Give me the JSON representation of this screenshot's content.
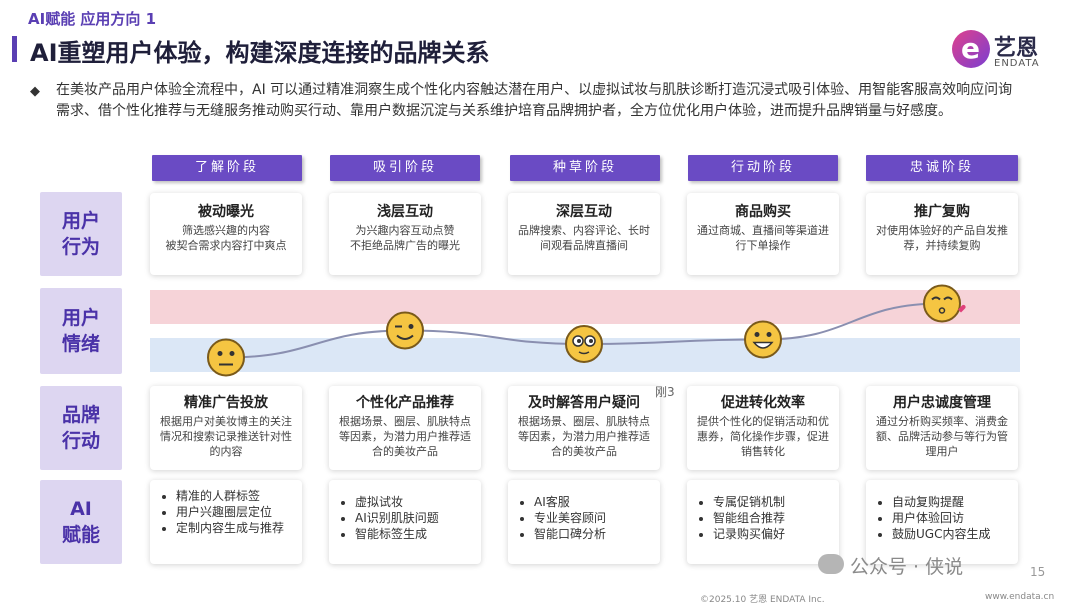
{
  "header": {
    "kicker": "AI赋能 应用方向 1",
    "title": "AI重塑用户体验，构建深度连接的品牌关系",
    "logo_cn": "艺恩",
    "logo_en": "ENDATA"
  },
  "intro": {
    "bullet": "◆",
    "text": "在美妆产品用户体验全流程中，AI 可以通过精准洞察生成个性化内容触达潜在用户、以虚拟试妆与肌肤诊断打造沉浸式吸引体验、用智能客服高效响应问询需求、借个性化推荐与无缝服务推动购买行动、靠用户数据沉淀与关系维护培育品牌拥护者，全方位优化用户体验，进而提升品牌销量与好感度。"
  },
  "stages": [
    "了解阶段",
    "吸引阶段",
    "种草阶段",
    "行动阶段",
    "忠诚阶段"
  ],
  "row_labels": {
    "behavior": [
      "用户",
      "行为"
    ],
    "emotion": [
      "用户",
      "情绪"
    ],
    "brand": [
      "品牌",
      "行动"
    ],
    "ai": [
      "AI",
      "赋能"
    ]
  },
  "behavior": [
    {
      "title": "被动曝光",
      "desc": "筛选感兴趣的内容\n被契合需求内容打中爽点"
    },
    {
      "title": "浅层互动",
      "desc": "为兴趣内容互动点赞\n不拒绝品牌广告的曝光"
    },
    {
      "title": "深层互动",
      "desc": "品牌搜索、内容评论、长时间观看品牌直播间"
    },
    {
      "title": "商品购买",
      "desc": "通过商城、直播间等渠道进行下单操作"
    },
    {
      "title": "推广复购",
      "desc": "对使用体验好的产品自发推荐，并持续复购"
    }
  ],
  "emotion_faces": [
    "neutral-face-icon",
    "wink-face-icon",
    "eyes-face-icon",
    "smile-face-icon",
    "kiss-face-icon"
  ],
  "emotion_levels": [
    0.25,
    0.55,
    0.4,
    0.45,
    0.85
  ],
  "brand": [
    {
      "title": "精准广告投放",
      "desc": "根据用户对美妆博主的关注情况和搜索记录推送针对性的内容"
    },
    {
      "title": "个性化产品推荐",
      "desc": "根据场景、圈层、肌肤特点等因素，为潜力用户推荐适合的美妆产品"
    },
    {
      "title": "及时解答用户疑问",
      "desc": "根据场景、圈层、肌肤特点等因素，为潜力用户推荐适合的美妆产品"
    },
    {
      "title": "促进转化效率",
      "desc": "提供个性化的促销活动和优惠券，简化操作步骤，促进销售转化"
    },
    {
      "title": "用户忠诚度管理",
      "desc": "通过分析购买频率、消费金额、品牌活动参与等行为管理用户"
    }
  ],
  "ai": [
    [
      "精准的人群标签",
      "用户兴趣圈层定位",
      "定制内容生成与推荐"
    ],
    [
      "虚拟试妆",
      "AI识别肌肤问题",
      "智能标签生成"
    ],
    [
      "AI客服",
      "专业美容顾问",
      "智能口碑分析"
    ],
    [
      "专属促销机制",
      "智能组合推荐",
      "记录购买偏好"
    ],
    [
      "自动复购提醒",
      "用户体验回访",
      "鼓励UGC内容生成"
    ]
  ],
  "stray_text": "刚3",
  "watermark": "公众号 · 侠说",
  "page_number": "15",
  "footer": "©2025.10  艺恩 ENDATA Inc.",
  "url": "www.endata.cn",
  "colors": {
    "accent": "#6a4bc4",
    "label_bg": "#ddd6f1",
    "band_red": "#f6d3d8",
    "band_blue": "#dbe7f6",
    "face": "#f5c542"
  }
}
